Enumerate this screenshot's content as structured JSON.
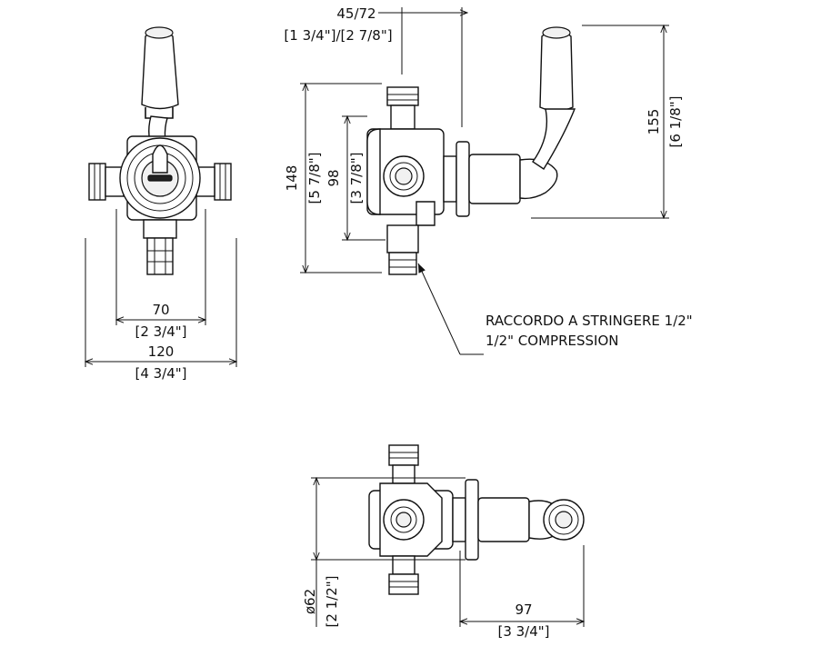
{
  "dimensions": {
    "front_inner_width": {
      "value": "70",
      "imperial": "[2 3/4\"]"
    },
    "front_outer_width": {
      "value": "120",
      "imperial": "[4 3/4\"]"
    },
    "side_offset": {
      "value": "45/72",
      "imperial": "[1 3/4\"]/[2 7/8\"]"
    },
    "side_overall_height": {
      "value": "148",
      "imperial": "[5 7/8\"]"
    },
    "side_inner_height": {
      "value": "98",
      "imperial": "[3 7/8\"]"
    },
    "lever_height": {
      "value": "155",
      "imperial": "[6 1/8\"]"
    },
    "flange_diameter": {
      "value": "ø62",
      "imperial": "[2 1/2\"]"
    },
    "top_depth": {
      "value": "97",
      "imperial": "[3 3/4\"]"
    }
  },
  "callout": {
    "line1": "RACCORDO A STRINGERE 1/2\"",
    "line2": "1/2\" COMPRESSION"
  }
}
